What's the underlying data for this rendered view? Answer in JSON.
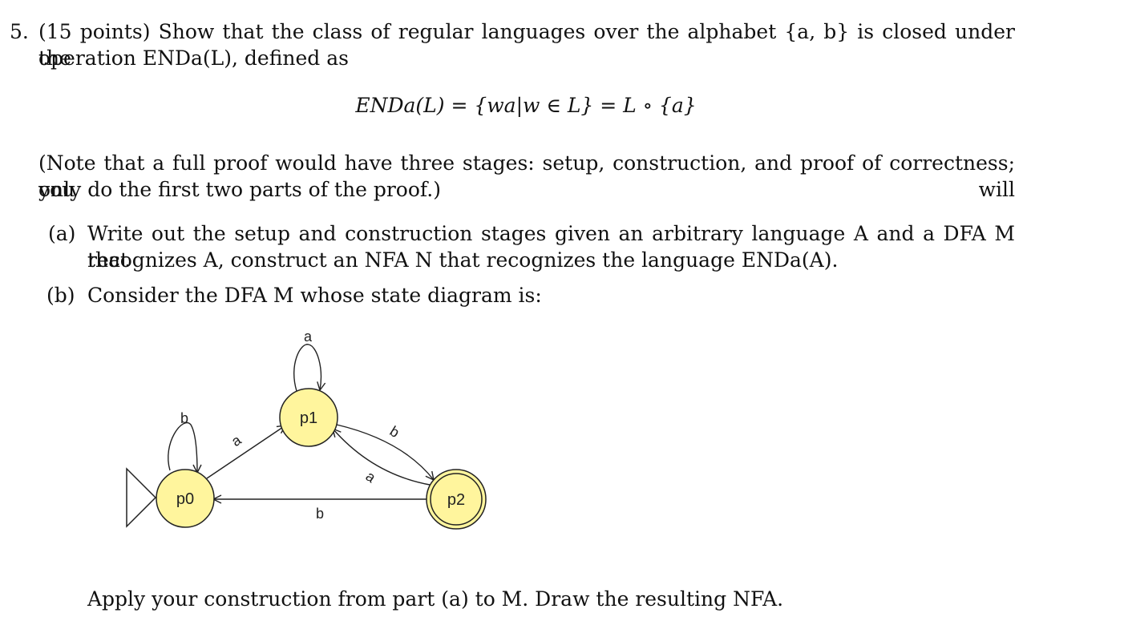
{
  "problem": {
    "number": "5.",
    "line1": "(15 points) Show that the class of regular languages over the alphabet {a, b} is closed under the",
    "line2": "operation ENDa(L), defined as",
    "definition": "ENDa(L) = {wa|w ∈ L} = L ∘ {a}",
    "note_line1": "(Note that a full proof would have three stages: setup, construction, and proof of correctness; you will",
    "note_line2": "only do the first two parts of the proof.)",
    "part_a_label": "(a)",
    "part_a_line1": "Write out the setup and construction stages given an arbitrary language A and a DFA M that",
    "part_a_line2": "recognizes A, construct an NFA N that recognizes the language ENDa(A).",
    "part_b_label": "(b)",
    "part_b_line": "Consider the DFA M whose state diagram is:",
    "final_instruction": "Apply your construction from part (a) to M. Draw the resulting NFA."
  },
  "dfa": {
    "states": [
      {
        "id": "p0",
        "label": "p0",
        "start": true,
        "accept": false
      },
      {
        "id": "p1",
        "label": "p1",
        "start": false,
        "accept": false
      },
      {
        "id": "p2",
        "label": "p2",
        "start": false,
        "accept": true
      }
    ],
    "transitions": [
      {
        "from": "p0",
        "to": "p0",
        "symbol": "b"
      },
      {
        "from": "p0",
        "to": "p1",
        "symbol": "a"
      },
      {
        "from": "p1",
        "to": "p1",
        "symbol": "a"
      },
      {
        "from": "p1",
        "to": "p2",
        "symbol": "b"
      },
      {
        "from": "p2",
        "to": "p1",
        "symbol": "a"
      },
      {
        "from": "p2",
        "to": "p0",
        "symbol": "b"
      }
    ],
    "colors": {
      "state_fill": "#fff59d",
      "stroke": "#222222"
    }
  }
}
